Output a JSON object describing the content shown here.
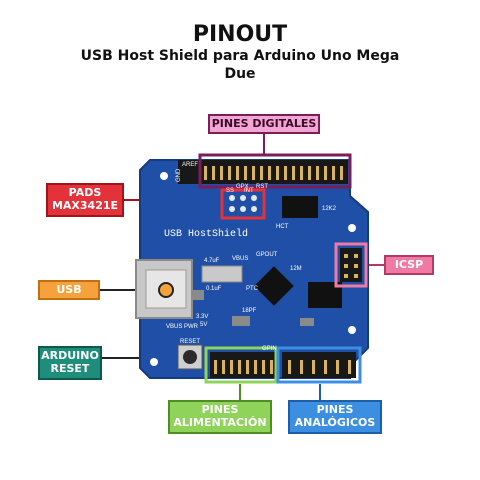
{
  "title": "PINOUT",
  "subtitle_line1": "USB Host Shield para Arduino Uno Mega",
  "subtitle_line2": "Due",
  "labels": {
    "pines_digitales": "PINES DIGITALES",
    "pads_line1": "PADS",
    "pads_line2": "MAX3421E",
    "icsp": "ICSP",
    "usb": "USB",
    "reset_line1": "ARDUINO",
    "reset_line2": "RESET",
    "alimentacion_line1": "PINES",
    "alimentacion_line2": "ALIMENTACIÓN",
    "analogicos_line1": "PINES",
    "analogicos_line2": "ANALÓGICOS"
  },
  "board": {
    "name": "USB HostShield",
    "silk_gnd": "GND",
    "silk_aref": "AREF",
    "silk_ss": "SS",
    "silk_int": "INT",
    "silk_gpout": "GPOUT",
    "silk_gpin": "GPIN",
    "silk_vbus": "VBUS",
    "silk_vbus_pwr": "VBUS PWR",
    "silk_reset": "RESET",
    "silk_3v3": "3.3V",
    "silk_5v": "5V",
    "silk_cap1": "4.7uF",
    "silk_cap2": "0.1uF",
    "silk_cap3": "18PF",
    "silk_hct": "HCT",
    "silk_12mhz": "12M",
    "silk_ptc": "PTC",
    "silk_gpx": "GPX",
    "silk_rst": "RST",
    "silk_12k2": "12K2"
  },
  "colors": {
    "board": "#1f4fa6",
    "board_dark": "#143a80",
    "header": "#181818",
    "pin_gold": "#d9b45a",
    "frame_digital": "#7a1e5a",
    "frame_pads": "#e4323a",
    "frame_icsp": "#ef7aa2",
    "frame_usb": "#f5a23c",
    "frame_reset": "#1f8d7b",
    "frame_power": "#8fd35a",
    "frame_analog": "#3b8ee0"
  }
}
